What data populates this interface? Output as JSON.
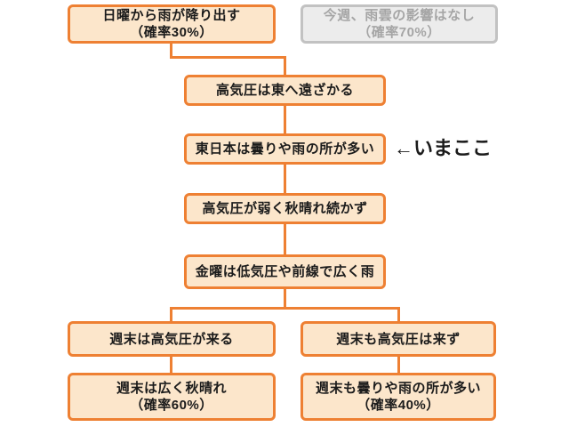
{
  "colors": {
    "orange_border": "#EE8033",
    "orange_fill": "#FCE6CB",
    "gray_border": "#C2C2C2",
    "gray_fill": "#ECECEC",
    "gray_text": "#A5A5A5",
    "text": "#1B1B1B",
    "bg": "#FFFFFF"
  },
  "flowchart": {
    "scenario_rain": {
      "lines": [
        "日曜から雨が降り出す",
        "（確率30%）"
      ]
    },
    "scenario_no_rain": {
      "lines": [
        "今週、雨雲の影響はなし",
        "（確率70%）"
      ]
    },
    "step_high_pressure_east": {
      "label": "高気圧は東へ遠ざかる"
    },
    "step_east_japan_cloudy": {
      "label": "東日本は曇りや雨の所が多い"
    },
    "annotation_now": {
      "label": "←いまここ"
    },
    "step_weak_high_pressure": {
      "label": "高気圧が弱く秋晴れ続かず"
    },
    "step_friday_rain": {
      "label": "金曜は低気圧や前線で広く雨"
    },
    "branch_high_pressure_comes": {
      "label": "週末は高気圧が来る"
    },
    "branch_high_pressure_absent": {
      "label": "週末も高気圧は来ず"
    },
    "result_sunny": {
      "lines": [
        "週末は広く秋晴れ",
        "（確率60%）"
      ]
    },
    "result_cloudy": {
      "lines": [
        "週末も曇りや雨の所が多い",
        "（確率40%）"
      ]
    }
  }
}
